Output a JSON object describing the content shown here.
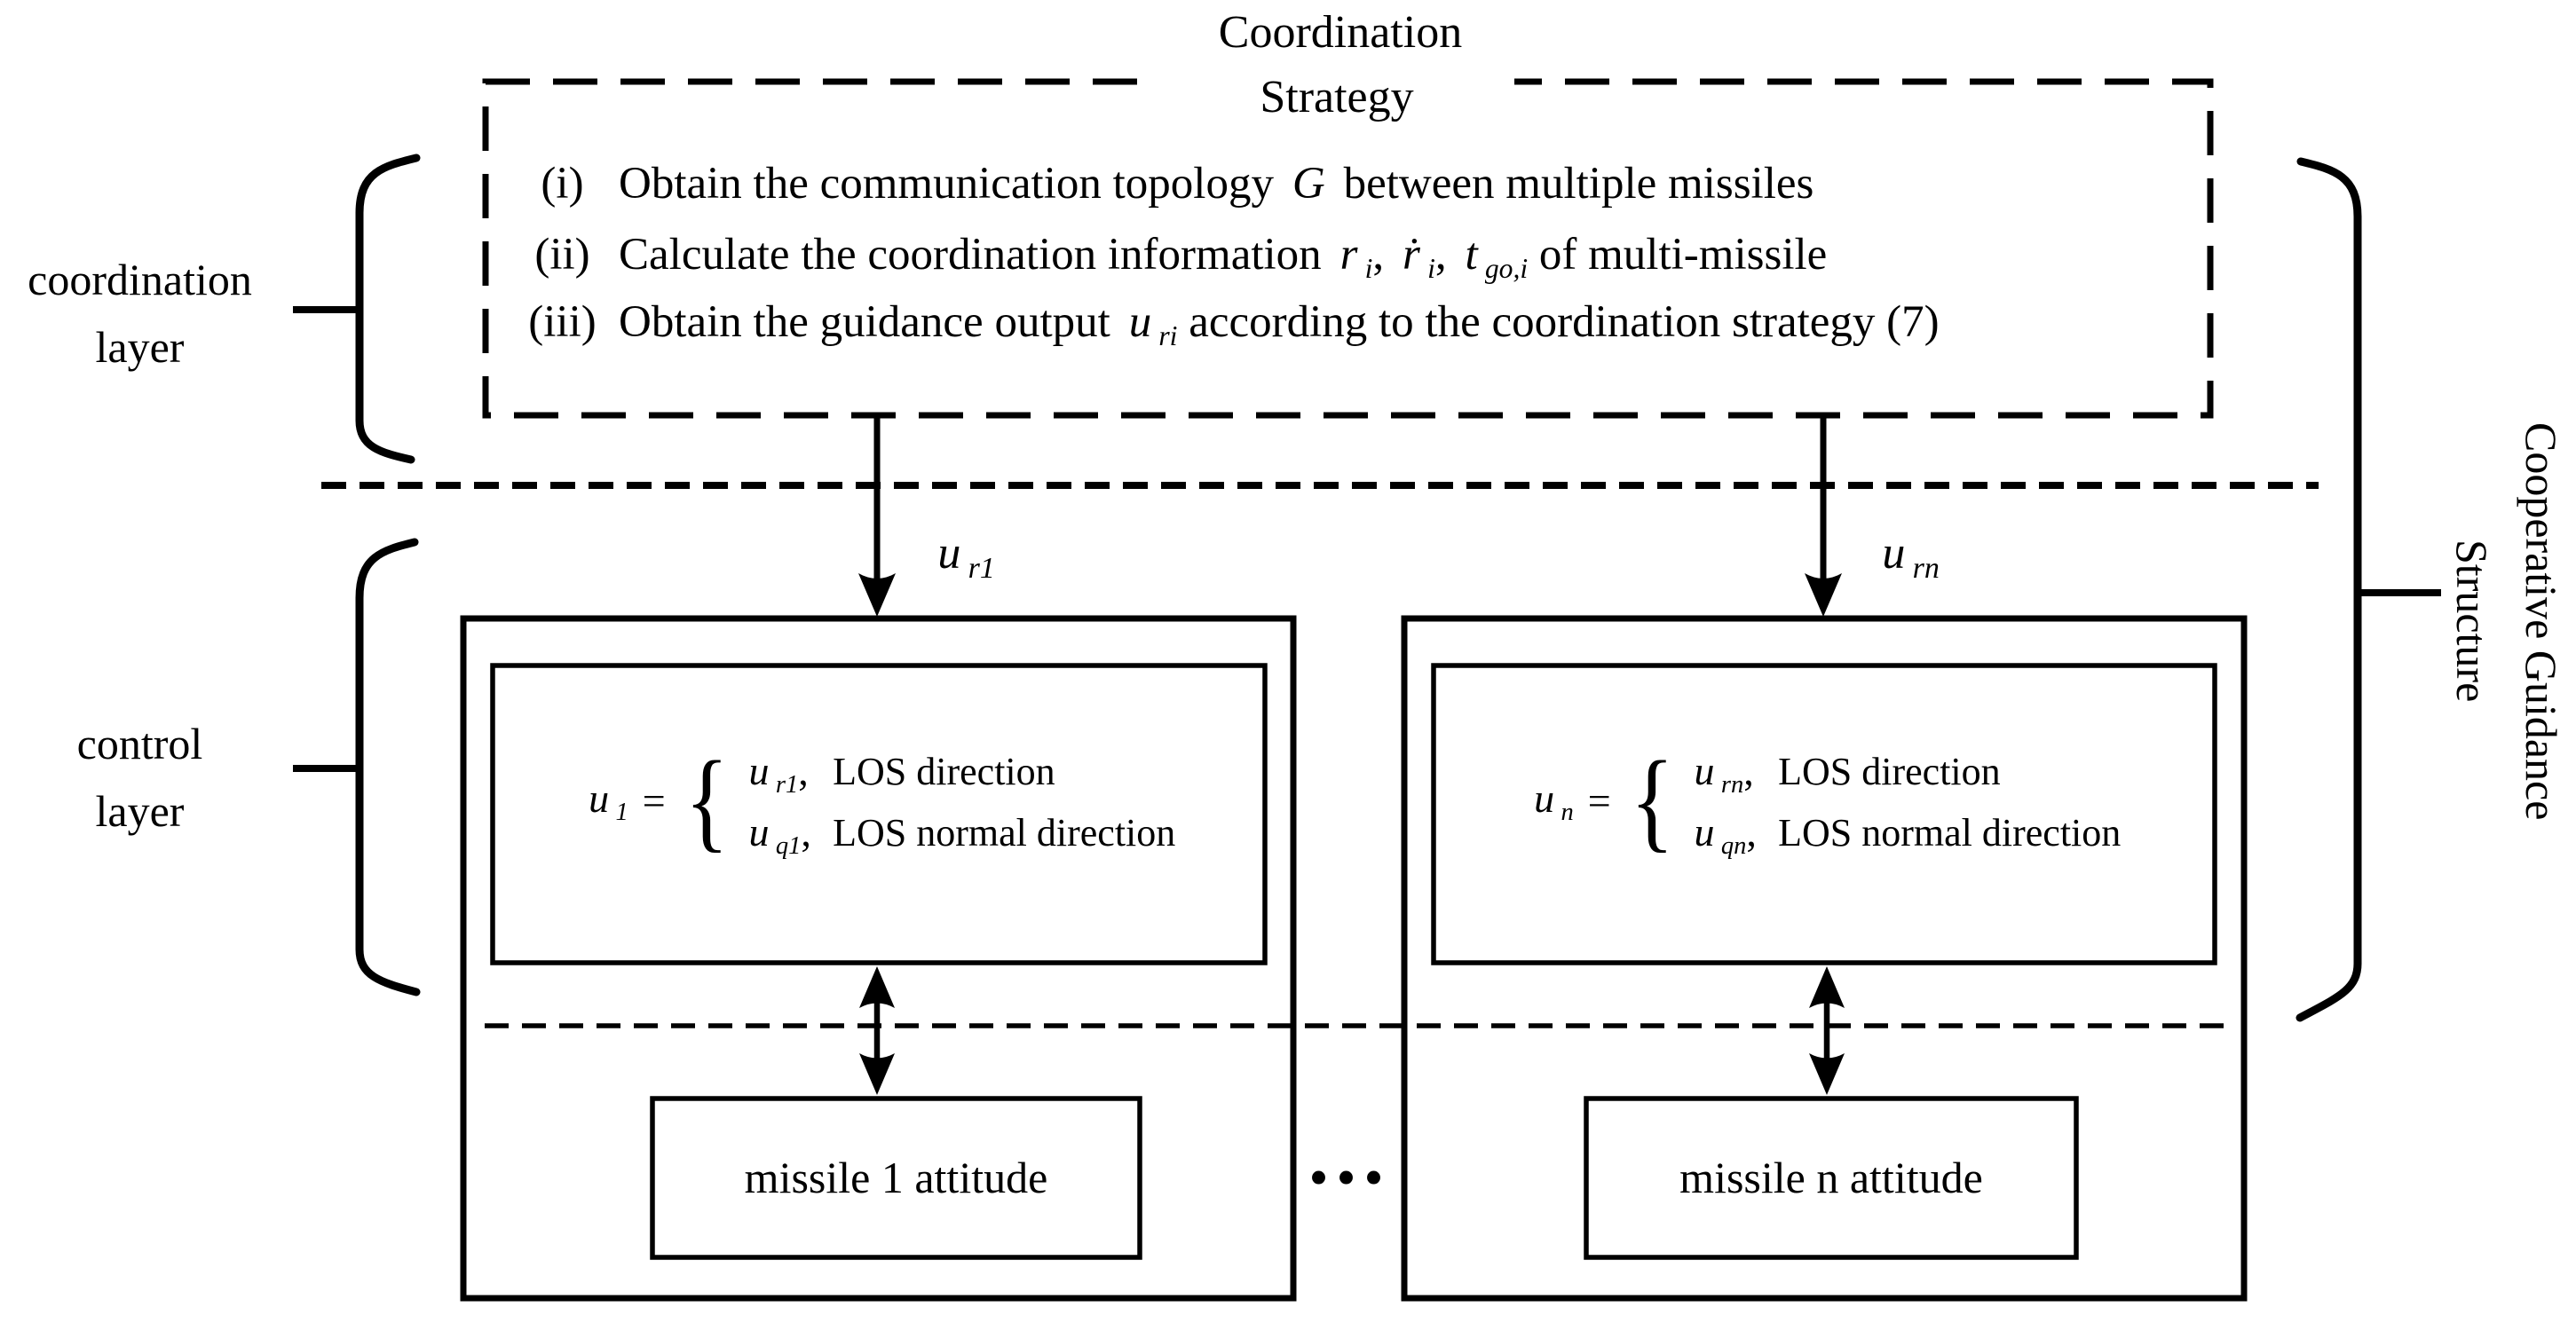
{
  "diagram": {
    "title": {
      "line1": "Coordination",
      "line2": "Strategy"
    },
    "left_labels": {
      "coordination": {
        "line1": "coordination",
        "line2": "layer"
      },
      "control": {
        "line1": "control",
        "line2": "layer"
      }
    },
    "right_label": {
      "line1": "Cooperative Guidance",
      "line2": "Structure"
    },
    "strategy_items": [
      {
        "num": "(i)",
        "segs": [
          {
            "t": "Obtain the communication topology "
          },
          {
            "m": "G"
          },
          {
            "t": " between multiple missiles"
          }
        ]
      },
      {
        "num": "(ii)",
        "segs": [
          {
            "t": "Calculate the coordination information "
          },
          {
            "m": "r",
            "sub": "i"
          },
          {
            "t": ", "
          },
          {
            "m": "ṙ",
            "sub": "i"
          },
          {
            "t": ", "
          },
          {
            "m": "t",
            "sub": "go,i"
          },
          {
            "t": " of multi-missile"
          }
        ]
      },
      {
        "num": "(iii)",
        "segs": [
          {
            "t": "Obtain the guidance output "
          },
          {
            "m": "u",
            "sub": "ri"
          },
          {
            "t": " according to the coordination strategy (7)"
          }
        ]
      }
    ],
    "signals": {
      "to_missile_1": {
        "base": "u",
        "sub": "r1"
      },
      "to_missile_n": {
        "base": "u",
        "sub": "rn"
      }
    },
    "units": [
      {
        "name": "missile-1",
        "equation": {
          "lhs_base": "u",
          "lhs_sub": "1",
          "rel": "=",
          "brace": "{",
          "cases": [
            {
              "base": "u",
              "sub": "r1",
              "comma": ",",
              "desc": "LOS direction"
            },
            {
              "base": "u",
              "sub": "q1",
              "comma": ",",
              "desc": "LOS normal direction"
            }
          ]
        },
        "attitude": "missile 1 attitude"
      },
      {
        "name": "missile-n",
        "equation": {
          "lhs_base": "u",
          "lhs_sub": "n",
          "rel": "=",
          "brace": "{",
          "cases": [
            {
              "base": "u",
              "sub": "rn",
              "comma": ",",
              "desc": "LOS direction"
            },
            {
              "base": "u",
              "sub": "qn",
              "comma": ",",
              "desc": "LOS normal direction"
            }
          ]
        },
        "attitude": "missile n attitude"
      }
    ],
    "ellipsis": "...",
    "colors": {
      "ink": "#000000",
      "background": "#ffffff"
    }
  }
}
